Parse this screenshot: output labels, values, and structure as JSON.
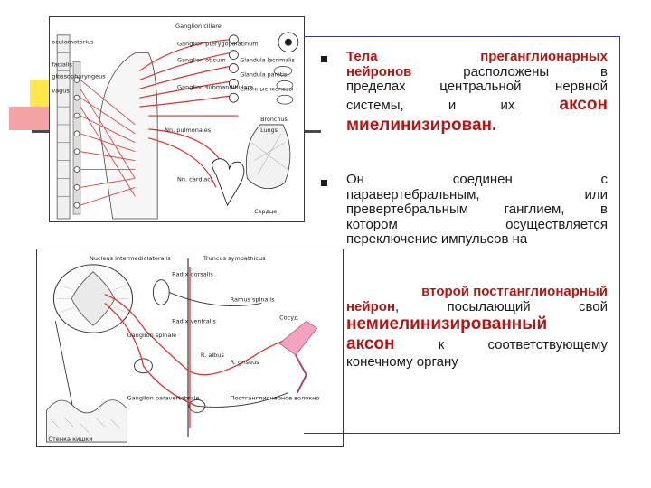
{
  "slide": {
    "bullet1": {
      "l1_hl": "Тела преганглионарных",
      "l2_hl": "нейронов",
      "l2_rest": " расположены в",
      "l3": "пределах центральной нервной",
      "l4_a": "системы, и их ",
      "l4_hl": "аксон",
      "l5_hl": "миелинизирован."
    },
    "bullet2": {
      "l1": "Он соединен с",
      "l2": "паравертебральным, или",
      "l3": "превертебральным ганглием, в",
      "l4": "котором осуществляется",
      "l5": "переключение импульсов на"
    },
    "para3": {
      "l1_hl": "второй постганглионарный",
      "l2_hl": "нейрон",
      "l2_rest": ", посылающий свой",
      "l3_hl": "немиелинизированный",
      "l4_hl": "аксон",
      "l4_rest": " к соответствующему",
      "l5": "конечному органу"
    }
  },
  "figure_top": {
    "labels": [
      "Ganglion ciliare",
      "Ganglion pterygopalatinum",
      "Ganglion oticum",
      "Ganglion submandibulare",
      "Glandula lacrimalis",
      "Glandula parotis",
      "Слюнные железы",
      "oculomotorius",
      "facialis",
      "glossopharyngeus",
      "vagus",
      "Nn. pulmonales",
      "Bronchus",
      "Lungs",
      "Nn. cardiaci",
      "Сердце"
    ]
  },
  "figure_bottom": {
    "labels": [
      "Nucleus intermediolateralis",
      "Truncus sympathicus",
      "Radix dorsalis",
      "Radix ventralis",
      "Ramus spinalis",
      "Ganglion spinale",
      "R. albus",
      "R. griseus",
      "Ganglion paravertebrale",
      "Постганглионарное волокно",
      "Сосуд",
      "Стенка кишки"
    ]
  },
  "colors": {
    "accent_red": "#b01818",
    "nerve_red": "#d9322f",
    "frame_blue": "#2f3a8e",
    "accent_yellow": "#ffe94a",
    "accent_pink": "#f3a3a3"
  }
}
